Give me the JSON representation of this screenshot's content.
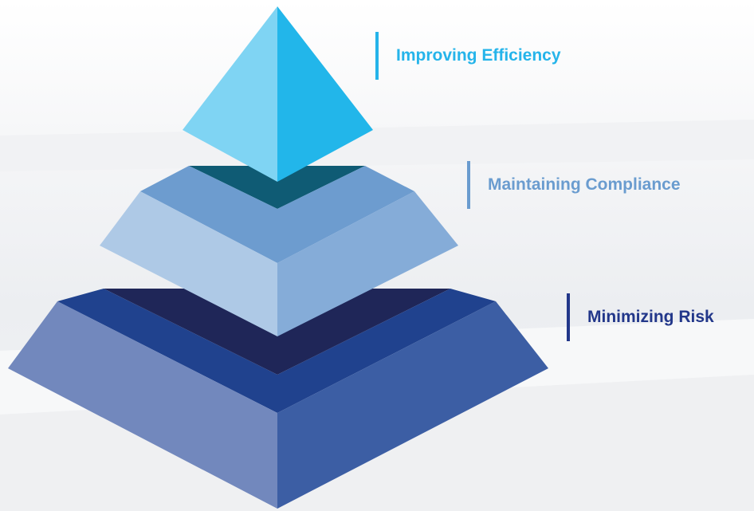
{
  "labels": {
    "top": "Improving Efficiency",
    "middle": "Maintaining Compliance",
    "bottom": "Minimizing Risk"
  },
  "colors": {
    "top_left_face": "#7fd4f3",
    "top_right_face": "#22b6ea",
    "top_accent": "#25b4ea",
    "middle_seam": "#0f5b74",
    "middle_top": "#6d9ccf",
    "middle_left_face": "#aec9e6",
    "middle_right_face": "#85acd8",
    "middle_accent": "#6a9ccf",
    "bottom_seam": "#1f2658",
    "bottom_top": "#20428e",
    "bottom_left_face": "#7288bd",
    "bottom_right_face": "#3c5ea4",
    "bottom_accent": "#22378a"
  }
}
